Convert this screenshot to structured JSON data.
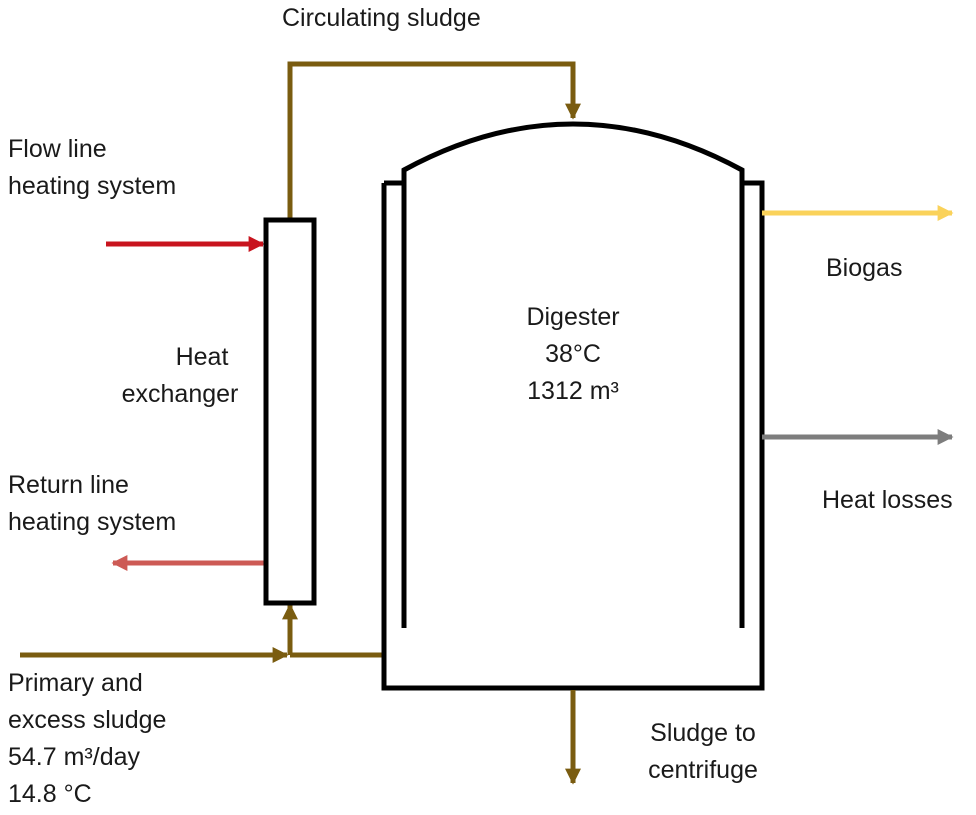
{
  "labels": {
    "circulating_sludge": "Circulating sludge",
    "flow_line": [
      "Flow line",
      "heating system"
    ],
    "heat_exchanger": [
      "Heat",
      "exchanger"
    ],
    "return_line": [
      "Return line",
      "heating system"
    ],
    "primary_sludge": [
      "Primary and",
      "excess sludge",
      "54.7 m³/day",
      "14.8 °C"
    ],
    "digester": [
      "Digester",
      "38°C",
      "1312 m³"
    ],
    "biogas": "Biogas",
    "heat_losses": "Heat losses",
    "sludge_to_centrifuge": [
      "Sludge to",
      "centrifuge"
    ]
  },
  "colors": {
    "sludge": "#7a5c10",
    "flow_hot": "#c8141e",
    "return_warm": "#cd5a55",
    "biogas": "#fad25a",
    "heat_loss": "#7d7d7d",
    "outline": "#000000"
  }
}
